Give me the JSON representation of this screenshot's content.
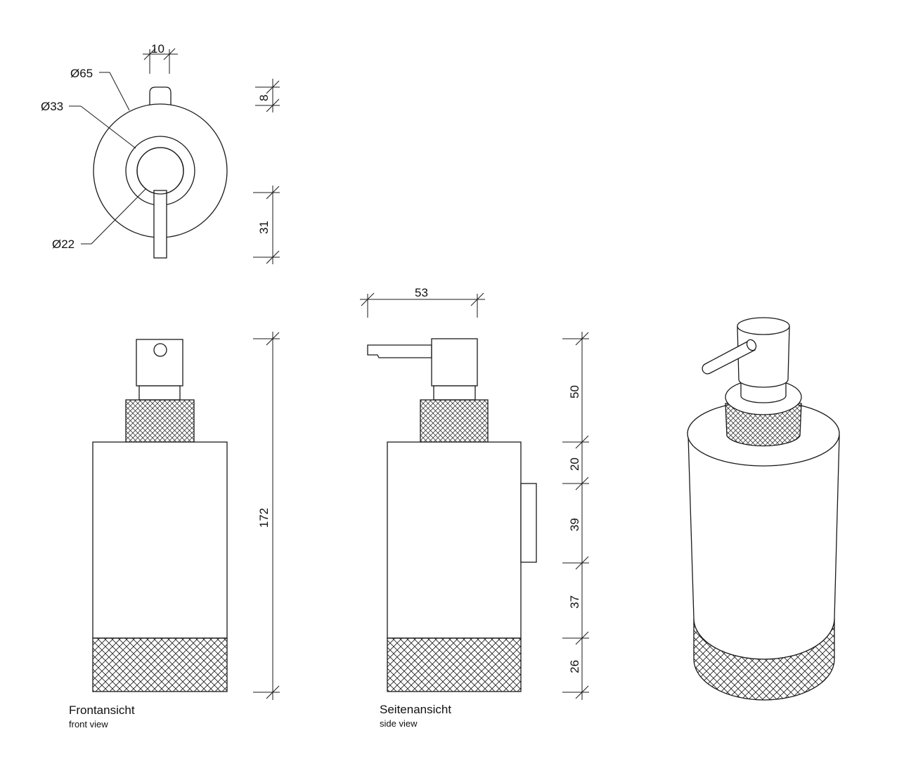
{
  "top_view": {
    "dims": {
      "d65": "Ø65",
      "d33": "Ø33",
      "d22": "Ø22",
      "w10": "10",
      "h8": "8",
      "h31": "31"
    }
  },
  "front_view": {
    "label": "Frontansicht",
    "sublabel": "front view",
    "dims": {
      "h172": "172"
    }
  },
  "side_view": {
    "label": "Seitenansicht",
    "sublabel": "side view",
    "dims": {
      "w53": "53",
      "h50": "50",
      "h20": "20",
      "h39": "39",
      "h37": "37",
      "h26": "26"
    }
  },
  "iso_view": {}
}
